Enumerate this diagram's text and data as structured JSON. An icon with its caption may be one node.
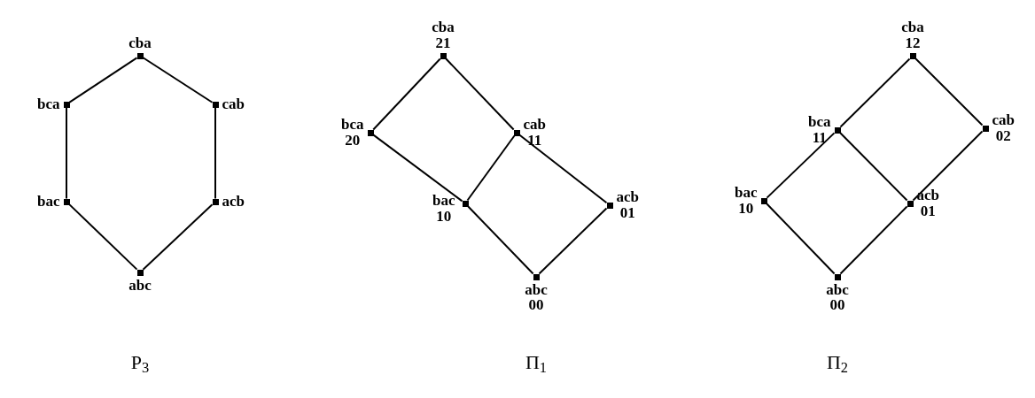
{
  "diagram": {
    "nodes": [
      {
        "text": [],
        "shape": "box",
        "beside": [
          "cba"
        ]
      },
      {
        "text": [],
        "shape": "box",
        "beside": [
          "bca"
        ]
      },
      {
        "text": [],
        "shape": "box",
        "beside": [
          "cab"
        ]
      },
      {
        "text": [],
        "shape": "box",
        "beside": [
          "bac"
        ]
      },
      {
        "text": [],
        "shape": "box",
        "beside": [
          "acb"
        ]
      },
      {
        "text": [],
        "shape": "box",
        "beside": [
          "abc"
        ]
      },
      {
        "text": [],
        "shape": "box",
        "beside": [
          "cba",
          "21"
        ]
      },
      {
        "text": [],
        "shape": "box",
        "beside": [
          "bca",
          "20"
        ]
      },
      {
        "text": [],
        "shape": "box",
        "beside": [
          "cab",
          "11"
        ]
      },
      {
        "text": [],
        "shape": "box",
        "beside": [
          "bac",
          "10"
        ]
      },
      {
        "text": [],
        "shape": "box",
        "beside": [
          "acb",
          "01"
        ]
      },
      {
        "text": [],
        "shape": "box",
        "beside": [
          "abc",
          "00"
        ]
      },
      {
        "text": [],
        "shape": "box",
        "beside": [
          "cba",
          "12"
        ]
      },
      {
        "text": [],
        "shape": "box",
        "beside": [
          "bca",
          "11"
        ]
      },
      {
        "text": [],
        "shape": "box",
        "beside": [
          "cab",
          "02"
        ]
      },
      {
        "text": [],
        "shape": "box",
        "beside": [
          "bac",
          "10"
        ]
      },
      {
        "text": [],
        "shape": "box",
        "beside": [
          "acb",
          "01"
        ]
      },
      {
        "text": [],
        "shape": "box",
        "beside": [
          "abc",
          "00"
        ]
      }
    ],
    "edges": [
      {
        "from": 0,
        "to": 1,
        "arrow": "none"
      },
      {
        "from": 0,
        "to": 2,
        "arrow": "none"
      },
      {
        "from": 1,
        "to": 3,
        "arrow": "none"
      },
      {
        "from": 2,
        "to": 4,
        "arrow": "none"
      },
      {
        "from": 3,
        "to": 5,
        "arrow": "none"
      },
      {
        "from": 4,
        "to": 5,
        "arrow": "none"
      },
      {
        "from": 6,
        "to": 7,
        "arrow": "none"
      },
      {
        "from": 6,
        "to": 8,
        "arrow": "none"
      },
      {
        "from": 7,
        "to": 9,
        "arrow": "none"
      },
      {
        "from": 8,
        "to": 10,
        "arrow": "none"
      },
      {
        "from": 8,
        "to": 9,
        "arrow": "none"
      },
      {
        "from": 9,
        "to": 11,
        "arrow": "none"
      },
      {
        "from": 10,
        "to": 11,
        "arrow": "none"
      },
      {
        "from": 12,
        "to": 13,
        "arrow": "none"
      },
      {
        "from": 12,
        "to": 14,
        "arrow": "none"
      },
      {
        "from": 13,
        "to": 15,
        "arrow": "none"
      },
      {
        "from": 13,
        "to": 16,
        "arrow": "none"
      },
      {
        "from": 14,
        "to": 16,
        "arrow": "none"
      },
      {
        "from": 15,
        "to": 17,
        "arrow": "none"
      },
      {
        "from": 16,
        "to": 17,
        "arrow": "none"
      }
    ],
    "labels": [
      "P$_{3}$",
      "Π$_{1}$",
      "Π$_{2}$"
    ]
  }
}
